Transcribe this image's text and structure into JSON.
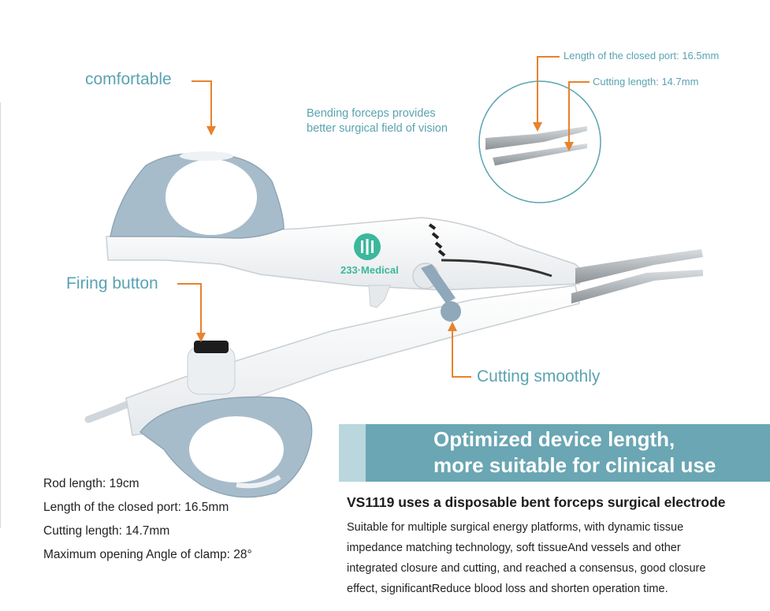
{
  "callouts": {
    "comfortable": "comfortable",
    "firing_button": "Firing button",
    "cutting_smoothly": "Cutting smoothly",
    "closed_port": "Length of the closed port: 16.5mm",
    "cutting_length": "Cutting length: 14.7mm"
  },
  "bending_note": {
    "line1": "Bending forceps provides",
    "line2": "better surgical field of vision"
  },
  "logo": {
    "text": "233·Medical"
  },
  "specs": [
    "Rod length: 19cm",
    "Length of the closed port: 16.5mm",
    "Cutting length: 14.7mm",
    "Maximum opening Angle of clamp: 28°"
  ],
  "banner": {
    "line1": "Optimized device length,",
    "line2": "more suitable for clinical use"
  },
  "product": {
    "heading": "VS1119 uses a disposable bent forceps surgical electrode",
    "description_lines": [
      "Suitable for multiple surgical energy platforms, with dynamic tissue",
      "impedance matching technology, soft tissueAnd vessels and other",
      "integrated closure and cutting, and reached a consensus, good closure",
      "effect, significantReduce blood loss and shorten operation time."
    ]
  },
  "colors": {
    "accent_teal": "#5aa3b2",
    "banner": "#6aa6b3",
    "banner_light": "#b9d7dd",
    "arrow_orange": "#e8822d",
    "grip_blue": "#9fb7c9",
    "logo_green": "#3bb89c"
  }
}
